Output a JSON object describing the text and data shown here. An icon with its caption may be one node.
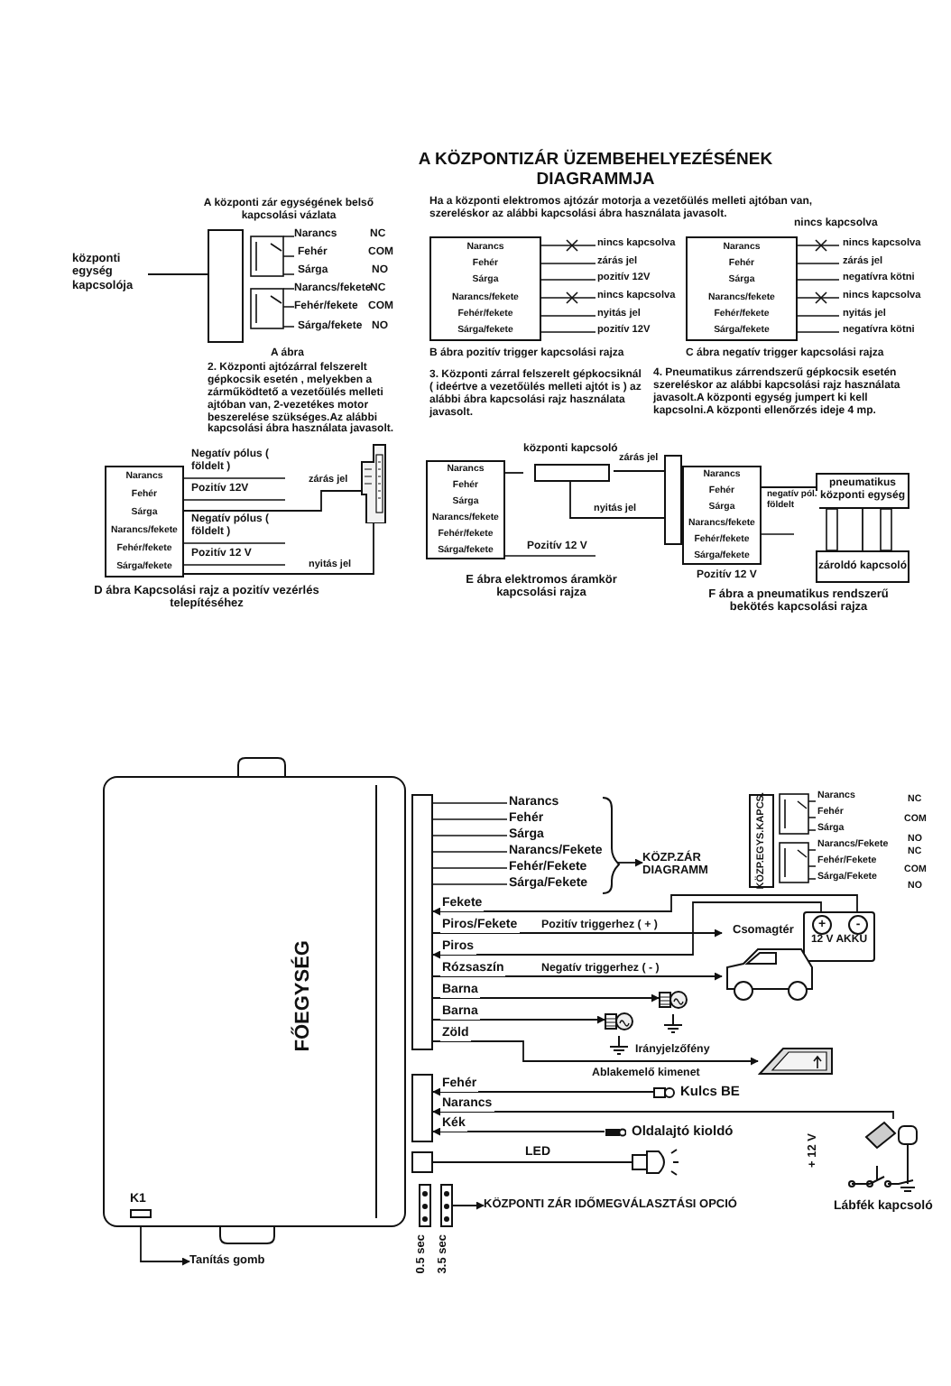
{
  "diagram": {
    "title": "A KÖZPONTIZÁR ÜZEMBEHELYEZÉSÉNEK DIAGRAMMJA",
    "nodes": [
      {
        "text": [
          "központi egység kapcsolója"
        ]
      },
      {
        "text": [],
        "shape": "box"
      },
      {
        "text": [
          "Narancs",
          "Fehér",
          "Sárga",
          "Narancs/fekete",
          "Fehér/fekete",
          "Sárga/fekete"
        ],
        "beside": [
          "nincs kapcsolva",
          "zárás jel",
          "pozitív 12V",
          "nincs kapcsolva",
          "nyitás jel",
          "pozitív 12V"
        ]
      },
      {
        "text": [
          "Narancs",
          "Fehér",
          "Sárga",
          "Narancs/fekete",
          "Fehér/fekete",
          "Sárga/fekete"
        ],
        "beside": [
          "nincs kapcsolva",
          "zárás jel",
          "negatívra kötni",
          "nincs kapcsolva",
          "nyitás jel",
          "negatívra kötni"
        ]
      },
      {
        "text": [
          "Narancs",
          "Fehér",
          "Sárga",
          "Narancs/fekete",
          "Fehér/fekete",
          "Sárga/fekete"
        ],
        "beside": [
          "Negatív pólus ( földelt )",
          "Pozitív 12V",
          "Negatív pólus ( földelt )",
          "Pozitív 12 V"
        ]
      },
      {
        "text": [],
        "shape": "picture"
      },
      {
        "text": [
          "Narancs",
          "Fehér",
          "Sárga",
          "Narancs/fekete",
          "Fehér/fekete",
          "Sárga/fekete"
        ],
        "beside": [
          "Pozitív 12 V"
        ]
      },
      {
        "text": [
          "központi kapcsoló"
        ]
      },
      {
        "text": [],
        "shape": "box"
      },
      {
        "text": [
          "Narancs",
          "Fehér",
          "Sárga",
          "Narancs/fekete",
          "Fehér/fekete",
          "Sárga/fekete"
        ]
      },
      {
        "text": [
          "pneumatikus központi egység"
        ]
      },
      {
        "text": [
          "zároldó kapcsoló"
        ]
      },
      {
        "text": [
          "FŐEGYSÉG"
        ]
      },
      {
        "text": [],
        "shape": "box",
        "beside": [
          "Narancs",
          "Fehér",
          "Sárga",
          "Narancs/Fekete",
          "Fehér/Fekete",
          "Sárga/Fekete"
        ]
      },
      {
        "text": [
          "KÖZP.ZÁR DIAGRAMM"
        ]
      },
      {
        "text": [
          "KÖZP.EGYS.KAPCS."
        ]
      },
      {
        "text": [
          "+",
          "-",
          "12 V AKKU"
        ]
      },
      {
        "text": [
          "Csomagtér"
        ]
      },
      {
        "text": [],
        "shape": "picture"
      },
      {
        "text": [],
        "shape": "picture"
      },
      {
        "text": [],
        "shape": "picture"
      },
      {
        "text": [],
        "shape": "box"
      },
      {
        "text": [
          "Kulcs BE"
        ]
      },
      {
        "text": [
          "Oldalajtó kioldó"
        ]
      },
      {
        "text": [],
        "shape": "box"
      },
      {
        "text": [],
        "shape": "picture"
      },
      {
        "text": [
          "Lábfék kapcsoló"
        ],
        "beside": [
          "+ 12 V"
        ]
      },
      {
        "text": [],
        "shape": "box",
        "beside": [
          "0.5 sec"
        ]
      },
      {
        "text": [],
        "shape": "box",
        "beside": [
          "3.5 sec"
        ]
      },
      {
        "text": [
          "KÖZPONTI ZÁR IDŐMEGVÁLASZTÁSI OPCIÓ"
        ]
      },
      {
        "text": [],
        "shape": "box",
        "in": 12,
        "beside": [
          "K1"
        ]
      },
      {
        "text": [
          "Tanítás gomb"
        ]
      }
    ],
    "edges": [
      {
        "from": 0,
        "to": 1,
        "arrow": "none"
      },
      {
        "from": 4,
        "to": 5,
        "arrow": "none",
        "label": "zárás jel"
      },
      {
        "from": 4,
        "to": 5,
        "arrow": "none",
        "label": "nyitás jel"
      },
      {
        "from": 6,
        "to": 7,
        "arrow": "none"
      },
      {
        "from": 7,
        "to": 8,
        "arrow": "none",
        "label": "zárás jel"
      },
      {
        "from": 7,
        "to": 8,
        "arrow": "none",
        "label": "nyitás jel"
      },
      {
        "from": 9,
        "to": 10,
        "arrow": "none",
        "label": "negatív pól. földelt"
      },
      {
        "from": 10,
        "to": 11,
        "arrow": "none"
      },
      {
        "from": null,
        "to": 14,
        "arrow": "to"
      },
      {
        "from": 16,
        "to": 13,
        "arrow": "to",
        "label": "Fekete"
      },
      {
        "from": 13,
        "to": 17,
        "arrow": "to",
        "label": "Piros/Fekete"
      },
      {
        "from": 16,
        "to": 13,
        "arrow": "to",
        "label": "Piros"
      },
      {
        "from": 13,
        "to": 17,
        "arrow": "to",
        "label": "Rózsaszín"
      },
      {
        "from": 13,
        "to": 19,
        "arrow": "to",
        "label": "Barna"
      },
      {
        "from": 13,
        "to": 18,
        "arrow": "to",
        "label": "Barna"
      },
      {
        "from": 13,
        "to": 20,
        "arrow": "to",
        "label": "Zöld"
      },
      {
        "from": 22,
        "to": 21,
        "arrow": "to",
        "label": "Fehér"
      },
      {
        "from": 26,
        "to": 21,
        "arrow": "to",
        "label": "Narancs"
      },
      {
        "from": 23,
        "to": 21,
        "arrow": "to",
        "label": "Kék"
      },
      {
        "from": 24,
        "to": 25,
        "arrow": "none",
        "label": "LED"
      },
      {
        "from": 28,
        "to": 29,
        "arrow": "to"
      },
      {
        "from": 30,
        "to": 31,
        "arrow": "to"
      }
    ],
    "labels": [
      "A központi zár egységének belső kapcsolási vázlata",
      "Narancs",
      "Fehér",
      "Sárga",
      "Narancs/fekete",
      "Fehér/fekete",
      "Sárga/fekete",
      "NC",
      "COM",
      "NO",
      "NC",
      "COM",
      "NO",
      "A ábra",
      "Ha a központi elektromos ajtózár motorja a vezetőülés melleti ajtóban van, szereléskor az alábbi kapcsolási ábra használata javasolt.",
      "nincs kapcsolva",
      "B ábra pozitív trigger kapcsolási rajza",
      "C ábra negatív trigger kapcsolási rajza",
      "2. Központi ajtózárral felszerelt gépkocsik esetén , melyekben a zárműködtető a vezetőülés melleti ajtóban van, 2-vezetékes motor beszerelése szükséges.Az alábbi kapcsolási ábra használata javasolt.",
      "3. Központi zárral felszerelt gépkocsiknál ( ideértve a vezetőülés melleti ajtót is ) az alábbi ábra kapcsolási rajz használata javasolt.",
      "4. Pneumatikus zárrendszerű gépkocsik esetén szereléskor az alábbi kapcsolási rajz használata javasolt.A központi egység jumpert ki kell kapcsolni.A központi ellenőrzés ideje 4 mp.",
      "D ábra Kapcsolási rajz a pozitív vezérlés telepítéséhez",
      "E ábra elektromos áramkör kapcsolási rajza",
      "Pozitív 12 V",
      "F ábra a pneumatikus rendszerű bekötés kapcsolási rajza",
      "Narancs",
      "Fehér",
      "Sárga",
      "Narancs/Fekete",
      "Fehér/Fekete",
      "Sárga/Fekete",
      "NC",
      "COM",
      "NO",
      "NC",
      "COM",
      "NO",
      "Pozitív triggerhez ( + )",
      "Negatív triggerhez ( - )",
      "Irányjelzőfény",
      "Ablakemelő kimenet"
    ]
  }
}
